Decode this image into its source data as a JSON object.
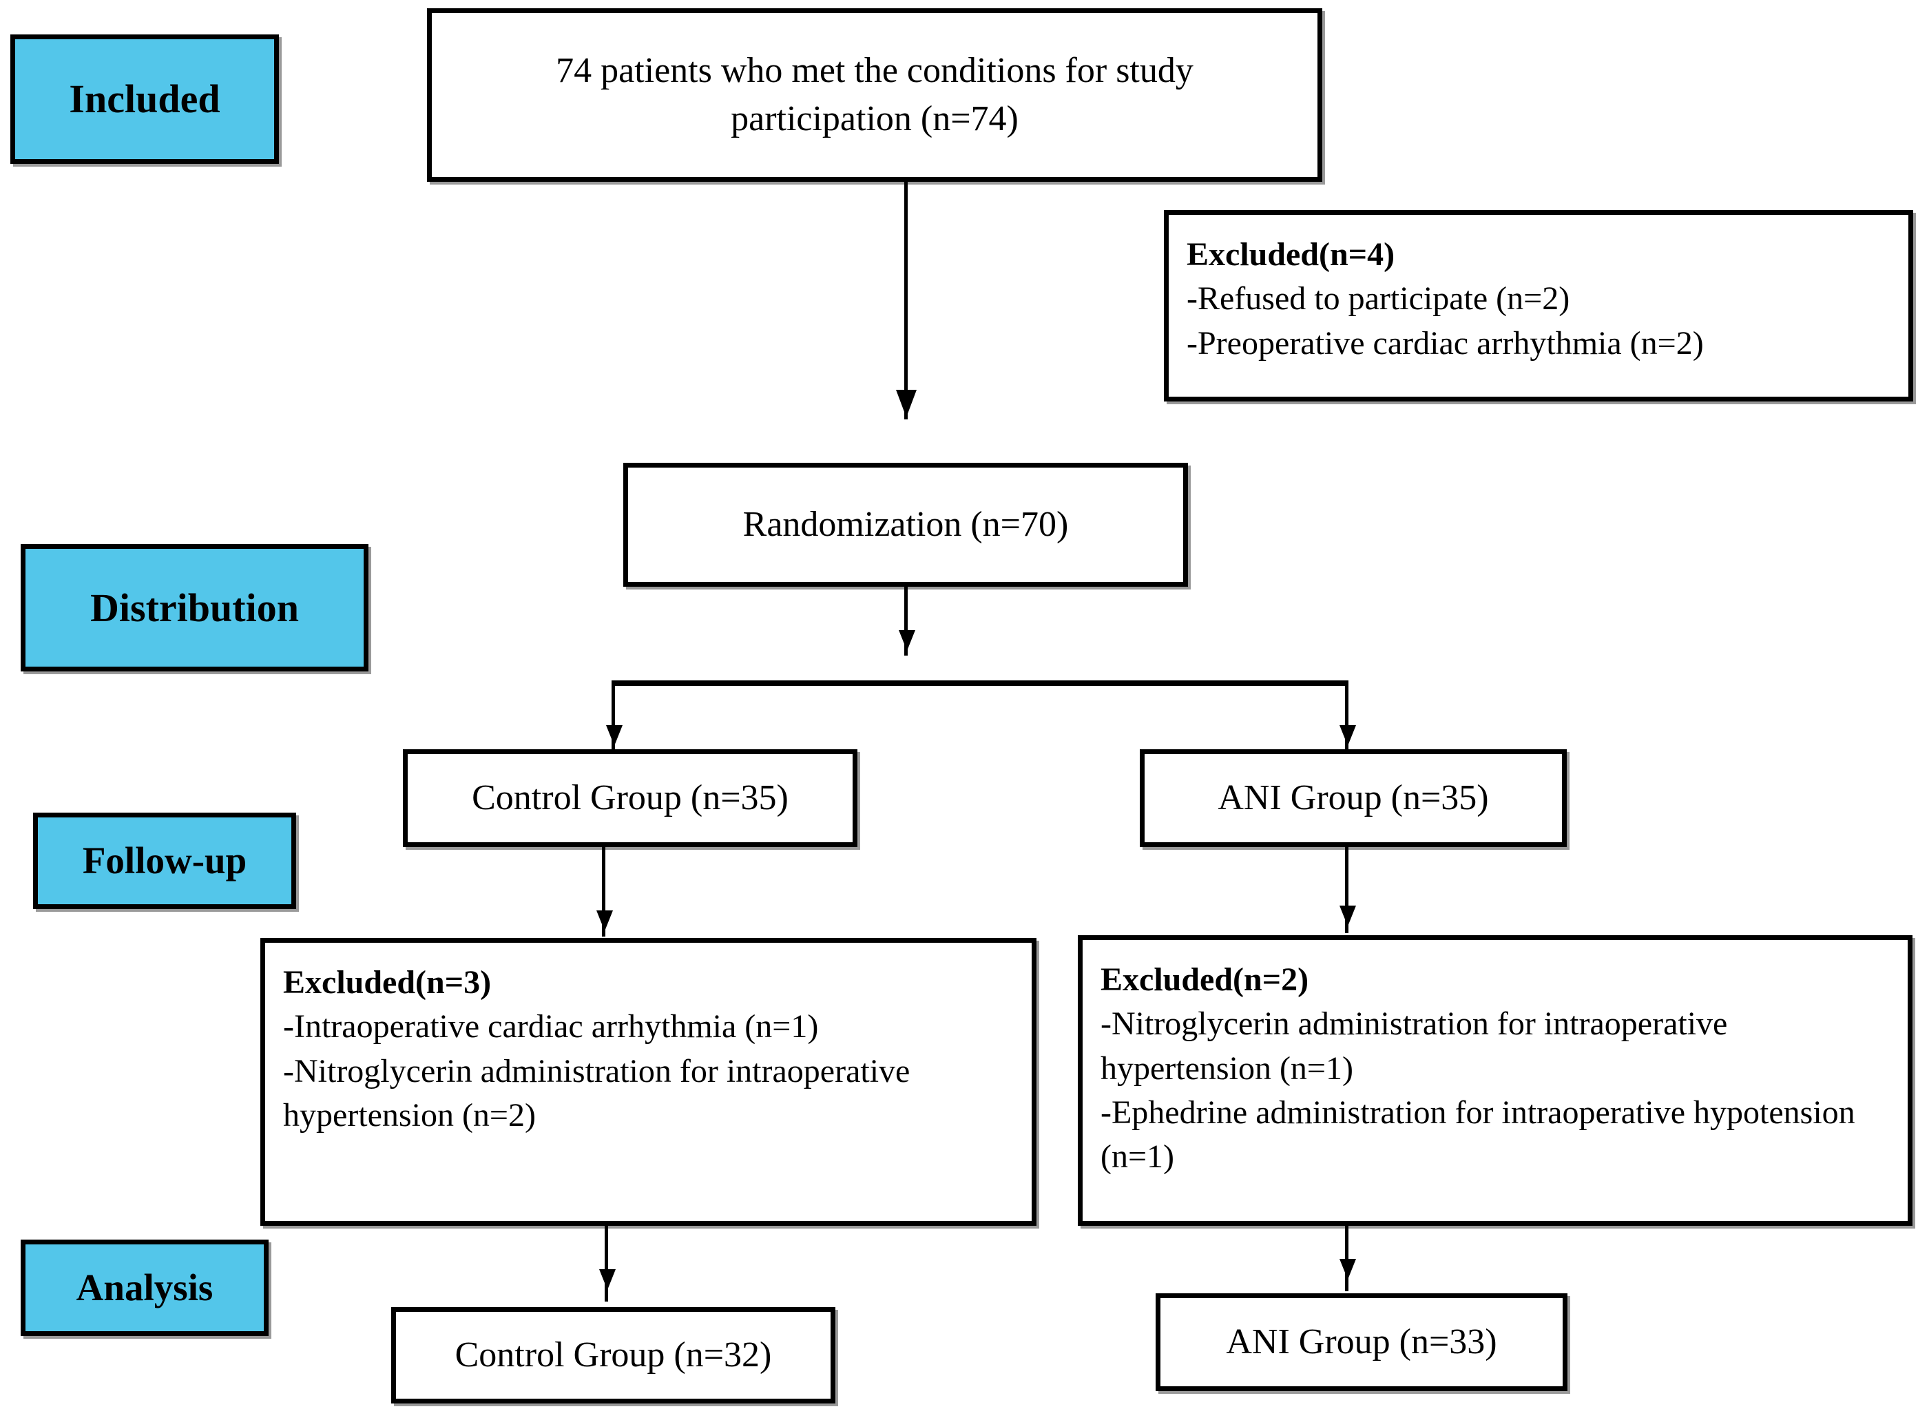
{
  "diagram": {
    "title": "CONSORT participant flow diagram",
    "accent_color": "#53c6ea",
    "border_color": "#000000",
    "background_color": "#ffffff"
  },
  "stages": [
    {
      "id": "included",
      "label": "Included"
    },
    {
      "id": "distribution",
      "label": "Distribution"
    },
    {
      "id": "followup",
      "label": "Follow-up"
    },
    {
      "id": "analysis",
      "label": "Analysis"
    }
  ],
  "nodes": {
    "enrollment": {
      "text": "74 patients who met the conditions for study participation (n=74)"
    },
    "excluded_top": {
      "header": "Excluded(n=4)",
      "items": [
        "-Refused to participate (n=2)",
        "-Preoperative cardiac arrhythmia (n=2)"
      ]
    },
    "randomization": {
      "text": "Randomization (n=70)"
    },
    "control_allocated": {
      "text": "Control Group (n=35)"
    },
    "ani_allocated": {
      "text": "ANI Group (n=35)"
    },
    "excluded_control": {
      "header": "Excluded(n=3)",
      "items": [
        "-Intraoperative cardiac arrhythmia (n=1)",
        "-Nitroglycerin administration for intraoperative hypertension (n=2)"
      ]
    },
    "excluded_ani": {
      "header": "Excluded(n=2)",
      "items": [
        "-Nitroglycerin administration for intraoperative hypertension (n=1)",
        "-Ephedrine administration for intraoperative hypotension (n=1)"
      ]
    },
    "control_analyzed": {
      "text": "Control Group (n=32)"
    },
    "ani_analyzed": {
      "text": "ANI Group (n=33)"
    }
  }
}
